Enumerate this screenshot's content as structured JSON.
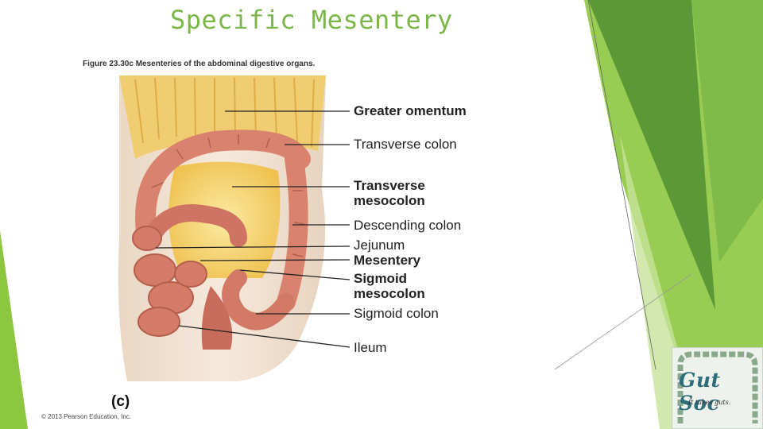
{
  "slide": {
    "title": "Specific Mesentery"
  },
  "figure": {
    "caption": "Figure 23.30c  Mesenteries of the abdominal digestive organs.",
    "panel_letter": "(c)",
    "copyright": "© 2013 Pearson Education, Inc."
  },
  "labels": [
    {
      "id": "greater-omentum",
      "text": "Greater omentum",
      "bold": true
    },
    {
      "id": "transverse-colon",
      "text": "Transverse colon",
      "bold": false
    },
    {
      "id": "transverse-mesocolon",
      "text": "Transverse\nmesocolon",
      "bold": true
    },
    {
      "id": "descending-colon",
      "text": "Descending colon",
      "bold": false
    },
    {
      "id": "jejunum",
      "text": "Jejunum",
      "bold": false
    },
    {
      "id": "mesentery",
      "text": "Mesentery",
      "bold": true
    },
    {
      "id": "sigmoid-mesocolon",
      "text": "Sigmoid\nmesocolon",
      "bold": true
    },
    {
      "id": "sigmoid-colon",
      "text": "Sigmoid colon",
      "bold": false
    },
    {
      "id": "ileum",
      "text": "Ileum",
      "bold": false
    }
  ],
  "logo": {
    "title": "Gut Soc",
    "tagline": "It takes guts."
  },
  "colors": {
    "title_green": "#7ab648",
    "decor_dark_green": "#4f8f31",
    "decor_light_green": "#8dc63f",
    "colon_pink": "#d9826e",
    "mesentery_yellow": "#f4d47a"
  }
}
